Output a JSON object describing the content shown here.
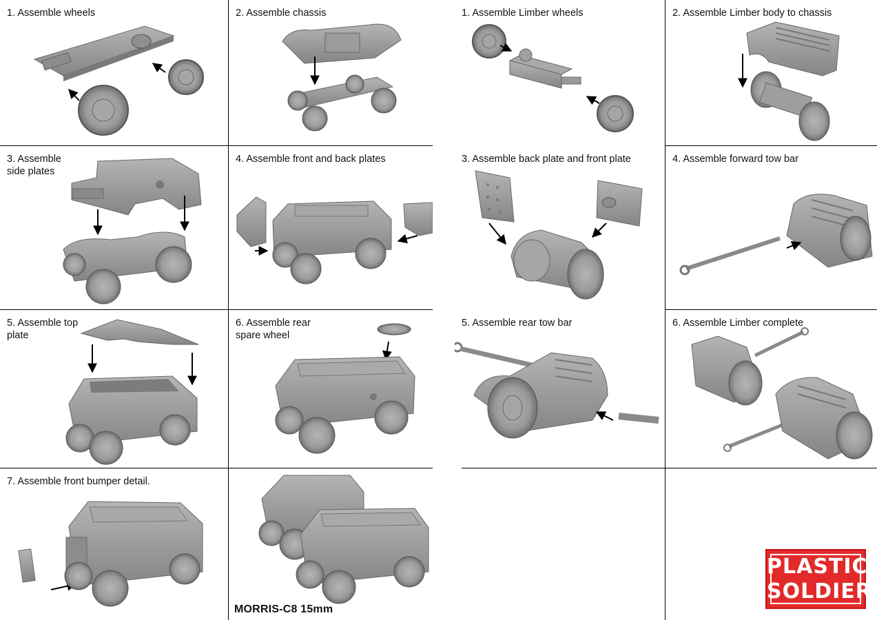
{
  "steps": [
    {
      "id": "c8-step-1",
      "caption": "1. Assemble wheels"
    },
    {
      "id": "c8-step-2",
      "caption": "2. Assemble chassis"
    },
    {
      "id": "c8-step-3",
      "caption": "3. Assemble\nside plates"
    },
    {
      "id": "c8-step-4",
      "caption": "4. Assemble front and back plates"
    },
    {
      "id": "c8-step-5",
      "caption": "5. Assemble top\nplate"
    },
    {
      "id": "c8-step-6",
      "caption": "6. Assemble rear\nspare wheel"
    },
    {
      "id": "c8-step-7",
      "caption": "7. Assemble front bumper detail."
    },
    {
      "id": "limber-step-1",
      "caption": "1. Assemble Limber wheels"
    },
    {
      "id": "limber-step-2",
      "caption": "2. Assemble Limber body to chassis"
    },
    {
      "id": "limber-step-3",
      "caption": "3. Assemble back plate and front plate"
    },
    {
      "id": "limber-step-4",
      "caption": "4. Assemble forward tow bar"
    },
    {
      "id": "limber-step-5",
      "caption": "5. Assemble rear tow bar"
    },
    {
      "id": "limber-step-6",
      "caption": "6. Assemble Limber complete"
    }
  ],
  "model_title": "MORRIS-C8 15mm",
  "logo": {
    "line1": "PLASTIC",
    "line2": "SOLDIER",
    "color": "#e32a2a"
  },
  "colors": {
    "model_grey": "#9a9a9a",
    "model_dark": "#6a6a6a",
    "rule": "#000000"
  }
}
